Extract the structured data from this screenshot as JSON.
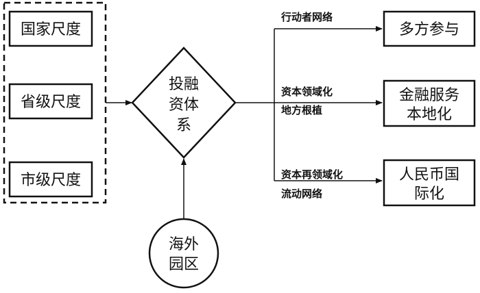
{
  "scales": [
    "国家尺度",
    "省级尺度",
    "市级尺度"
  ],
  "center": {
    "lines": [
      "投融",
      "资体",
      "系"
    ]
  },
  "park": {
    "lines": [
      "海外",
      "园区"
    ]
  },
  "branches": [
    {
      "label": [
        "行动者网络"
      ],
      "outcome": [
        "多方参与"
      ]
    },
    {
      "label": [
        "资本领域化",
        "地方根植"
      ],
      "outcome": [
        "金融服务",
        "本地化"
      ]
    },
    {
      "label": [
        "资本再领域化",
        "流动网络"
      ],
      "outcome": [
        "人民币国",
        "际化"
      ]
    }
  ]
}
